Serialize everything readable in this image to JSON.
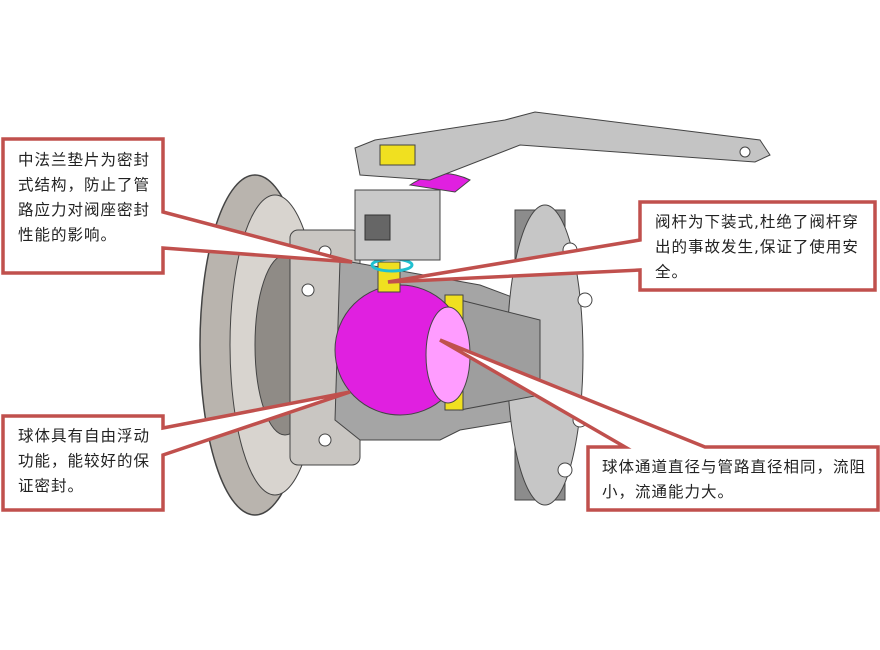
{
  "callouts": [
    {
      "text": "中法兰垫片为密封式结构，防止了管路应力对阀座密封性能的影响。"
    },
    {
      "text": "阀杆为下装式,杜绝了阀杆穿出的事故发生,保证了使用安全。"
    },
    {
      "text": "球体具有自由浮动功能，能较好的保证密封。"
    },
    {
      "text": "球体通道直径与管路直径相同，流阻小，流通能力大。"
    }
  ],
  "colors": {
    "border": "#c0504d",
    "ball": "#e020e0",
    "seat": "#f0e020",
    "body": "#9a9a9a"
  }
}
